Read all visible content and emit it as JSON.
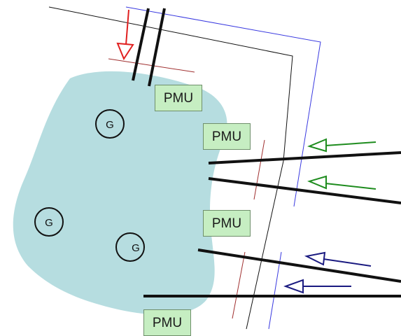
{
  "diagram": {
    "area_color": "#b6dde0",
    "pmu_fill": "#c6eec2",
    "black_cut_color": "#111111",
    "blue_cut_color": "#3a3ae0",
    "red_cut_color": "#a03030",
    "arrow_red": "#e02020",
    "arrow_green": "#1e8c1e",
    "arrow_blue": "#1a1a80",
    "generators": [
      {
        "label": "G"
      },
      {
        "label": "G"
      },
      {
        "label": "G"
      }
    ],
    "pmus": [
      {
        "label": "PMU"
      },
      {
        "label": "PMU"
      },
      {
        "label": "PMU"
      },
      {
        "label": "PMU"
      }
    ]
  }
}
